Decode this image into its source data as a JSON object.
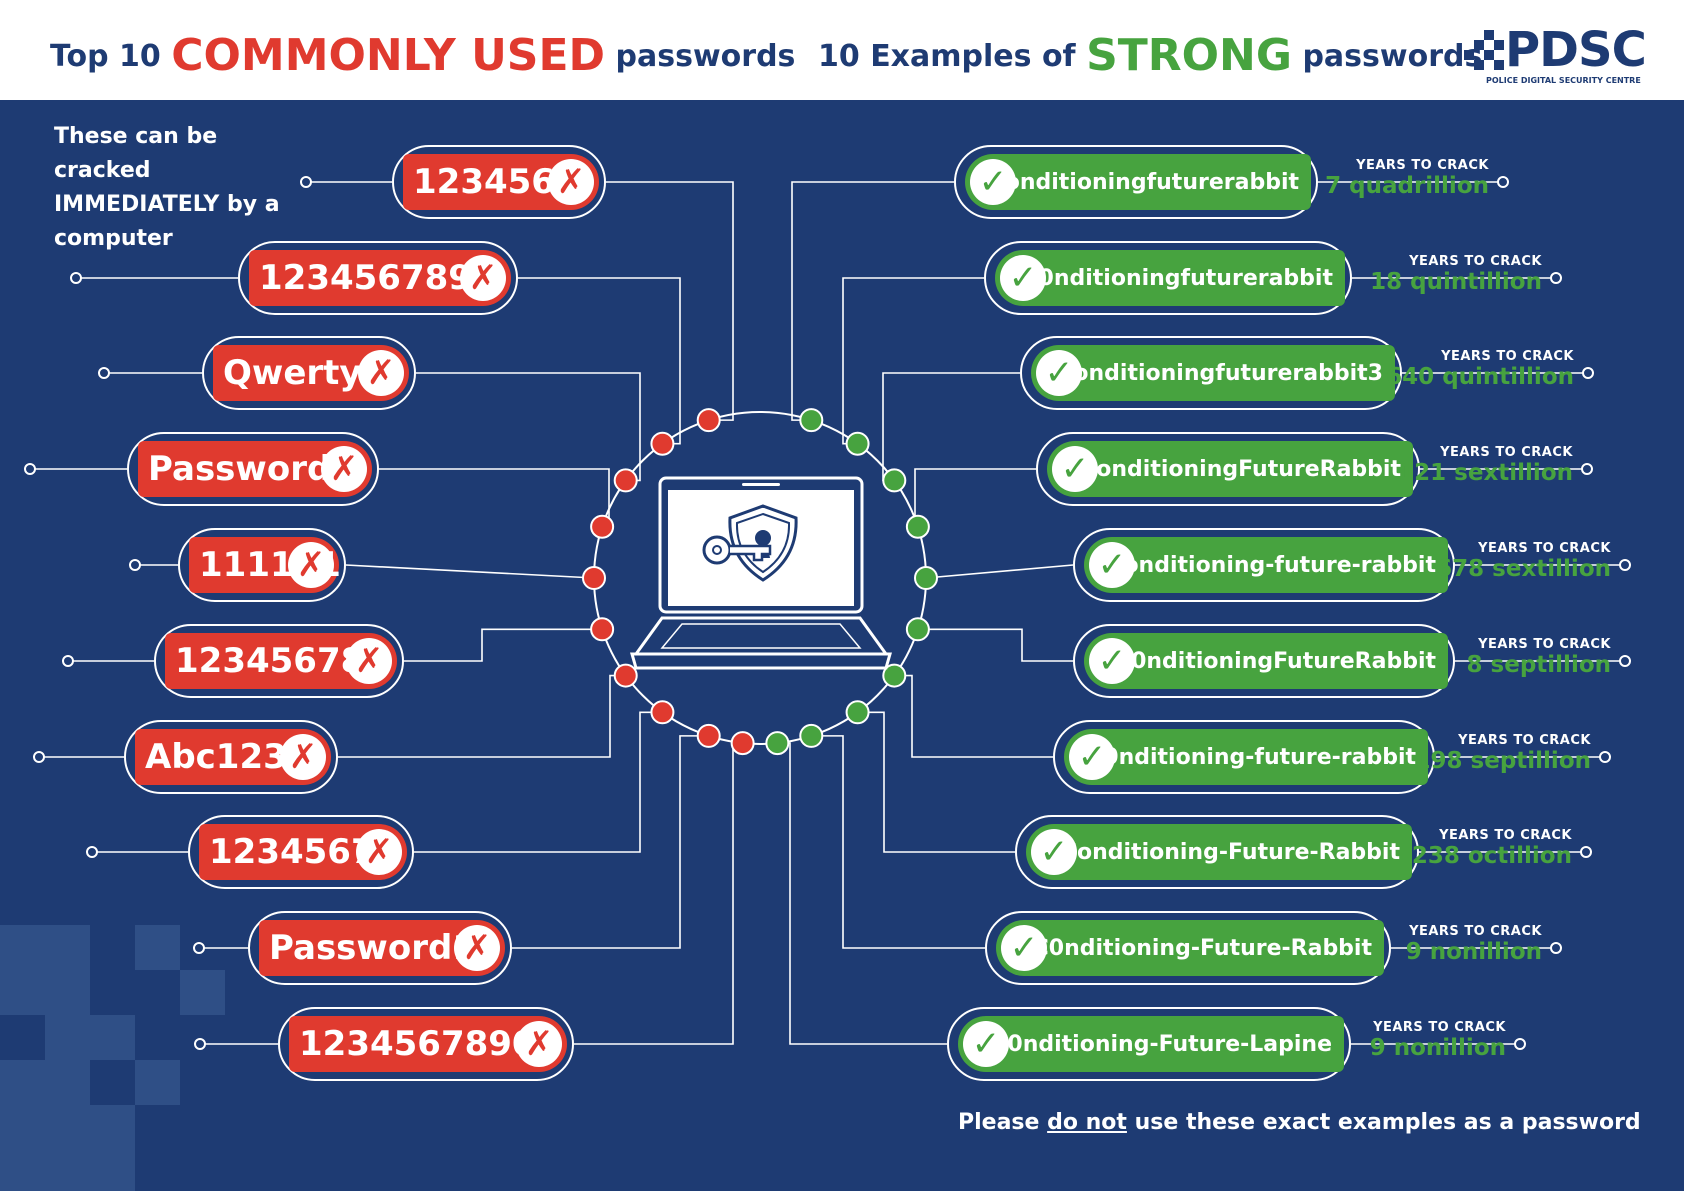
{
  "header": {
    "left_title": {
      "prefix": "Top 10",
      "emphasis": "COMMONLY USED",
      "suffix": "passwords"
    },
    "right_title": {
      "prefix": "10 Examples of",
      "emphasis": "STRONG",
      "suffix": "passwords"
    },
    "logo": {
      "text": "PDSC",
      "subtitle": "POLICE DIGITAL SECURITY CENTRE"
    }
  },
  "weak_note": "These can be cracked IMMEDIATELY by a computer",
  "weak_passwords": [
    "123456",
    "123456789",
    "Qwerty",
    "Password",
    "111111",
    "12345678",
    "Abc123",
    "1234567",
    "Password1",
    "1234567890"
  ],
  "years_to_crack_label": "YEARS TO CRACK",
  "strong_passwords": [
    {
      "password": "conditioningfuturerabbit",
      "years": "7 quadrillion"
    },
    {
      "password": "c0nditioningfuturerabbit",
      "years": "18 quintillion"
    },
    {
      "password": "conditioningfuturerabbit3",
      "years": "640 quintillion"
    },
    {
      "password": "ConditioningFutureRabbit",
      "years": "121 sextillion"
    },
    {
      "password": "conditioning-future-rabbit",
      "years": "678 sextillion"
    },
    {
      "password": "C0nditioningFutureRabbit",
      "years": "8 septillion"
    },
    {
      "password": "c0nditioning-future-rabbit",
      "years": "198 septillion"
    },
    {
      "password": "Conditioning-Future-Rabbit",
      "years": "238 octillion"
    },
    {
      "password": "C0nditioning-Future-Rabbit",
      "years": "9 nonillion"
    },
    {
      "password": "C0nditioning-Future-Lapine",
      "years": "9 nonillion"
    }
  ],
  "footer": {
    "prefix": "Please",
    "emphasis": "do not",
    "suffix": "use these exact examples as a password"
  },
  "icons": {
    "weak_mark": "cross-icon",
    "strong_mark": "check-icon",
    "center": "laptop-shield-key-icon"
  },
  "colors": {
    "background": "#1e3b73",
    "weak": "#e03a2f",
    "strong": "#47a33f",
    "header": "#ffffff"
  }
}
